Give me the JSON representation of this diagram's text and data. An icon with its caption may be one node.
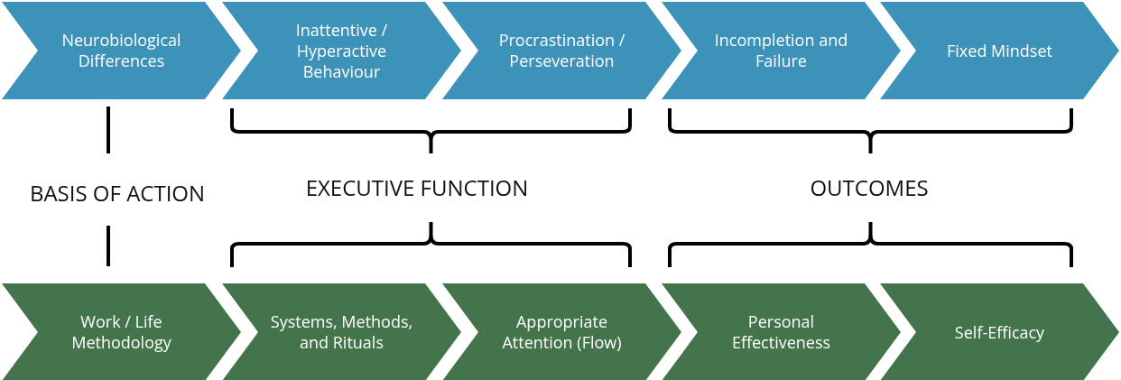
{
  "diagram": {
    "nodes": [
      {
        "text": [
          "Neurobiological Differences"
        ]
      },
      {
        "text": [
          "Inattentive / Hyperactive Behaviour"
        ]
      },
      {
        "text": [
          "Procrastination / Perseveration"
        ]
      },
      {
        "text": [
          "Incompletion and Failure"
        ]
      },
      {
        "text": [
          "Fixed Mindset"
        ]
      },
      {
        "text": [
          "Work / Life Methodology"
        ]
      },
      {
        "text": [
          "Systems, Methods, and Rituals"
        ]
      },
      {
        "text": [
          "Appropriate Attention (Flow)"
        ]
      },
      {
        "text": [
          "Personal Effectiveness"
        ]
      },
      {
        "text": [
          "Self-Efficacy"
        ]
      }
    ],
    "labels": [
      "BASIS OF ACTION",
      "EXECUTIVE FUNCTION",
      "OUTCOMES"
    ]
  }
}
